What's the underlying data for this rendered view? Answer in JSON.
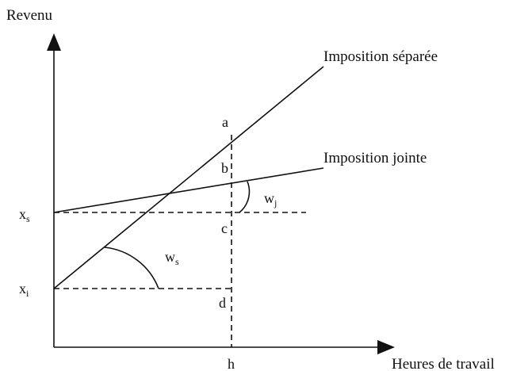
{
  "axes": {
    "y_label": "Revenu",
    "x_label": "Heures de travail"
  },
  "lines": {
    "separate": "Imposition séparée",
    "joint": "Imposition jointe"
  },
  "points": {
    "a": "a",
    "b": "b",
    "c": "c",
    "d": "d",
    "h": "h"
  },
  "intercepts": {
    "xs_main": "x",
    "xs_sub": "s",
    "xi_main": "x",
    "xi_sub": "i"
  },
  "angles": {
    "ws_main": "w",
    "ws_sub": "s",
    "wj_main": "w",
    "wj_sub": "j"
  }
}
